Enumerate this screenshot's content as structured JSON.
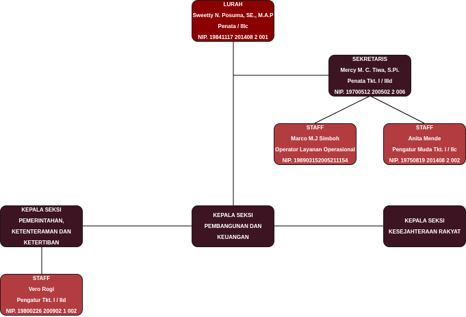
{
  "colors": {
    "top": "#8b0000",
    "section": "#3d1422",
    "staff": "#b33c40",
    "line": "#000000"
  },
  "nodes": {
    "lurah": {
      "title": "LURAH",
      "name": "Sweetty N. Posuma, SE., M.A.P",
      "rank": "Penata / IIIc",
      "nip": "NIP. 19841117 201408 2 001"
    },
    "sekretaris": {
      "title": "SEKRETARIS",
      "name": "Mercy M. C. Tiwa, S.Pi.",
      "rank": "Penata Tkt. I / IIId",
      "nip": "NIP. 19700512 200502 2 006"
    },
    "staff_marco": {
      "title": "STAFF",
      "name": "Marco M.J Simboh",
      "rank": "Operator Layanan Operasional",
      "nip": "NIP. 198903152005211154"
    },
    "staff_anita": {
      "title": "STAFF",
      "name": "Anita Mende",
      "rank": "Pengatur Muda Tkt. I / IIc",
      "nip": "NIP. 19750819 201408 2 002"
    },
    "kasi_pemerintahan": {
      "lines": [
        "KEPALA SEKSI",
        "PEMERINTAHAN,",
        "KETENTERAMAN DAN",
        "KETERTIBAN"
      ]
    },
    "kasi_pembangunan": {
      "lines": [
        "KEPALA SEKSI",
        "PEMBANGUNAN DAN",
        "KEUANGAN"
      ]
    },
    "kasi_kesejahteraan": {
      "lines": [
        "KEPALA SEKSI",
        "KESEJAHTERAAN RAKYAT"
      ]
    },
    "staff_vero": {
      "title": "STAFF",
      "name": "Vero Rogi",
      "rank": "Pengatur Tkt. I / IId",
      "nip": "NIP. 19800226 200902 1 002"
    }
  }
}
